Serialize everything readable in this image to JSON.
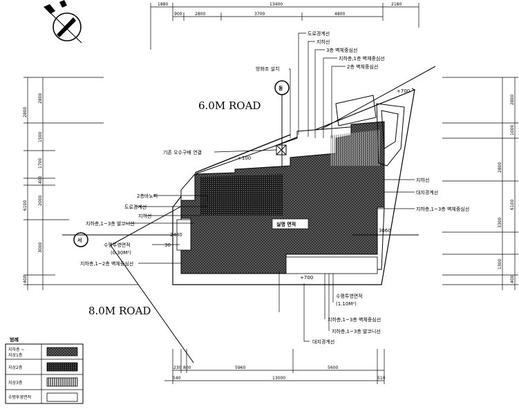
{
  "roads": {
    "north": "6.0M ROAD",
    "south": "8.0M ROAD"
  },
  "top_dims": {
    "total_left": "1880",
    "total": "13400",
    "total_right": "2180",
    "seg1": "900",
    "seg2": "2800",
    "seg3": "3700",
    "seg4": "4800"
  },
  "bottom_dims": {
    "a": "230",
    "b": "800",
    "c": "5960",
    "d": "5600",
    "left_small": "540",
    "total": "13000",
    "right_small": "510"
  },
  "left_dims": [
    "2800",
    "2800",
    "1500",
    "1700",
    "400",
    "2000",
    "6100",
    "3000",
    "400"
  ],
  "right_dims": [
    "2800",
    "1000",
    "2800",
    "6100",
    "3300",
    "1300",
    "400"
  ],
  "labels": {
    "survey_point": "방화조 설치",
    "legal_boundary_top": "도로경계선",
    "basement_line": "지하선",
    "floor3_wall": "3층 벽체중심선",
    "b1_floor1_wall": "지하층,1층 벽체중심선",
    "floor2_wall": "2층 벽체중심선",
    "water_supply": "기존 오수구배 연결",
    "elev_100": "+100",
    "elev_700_top": "+700",
    "floor2_balcony": "2층바노피",
    "road_boundary_left": "도로경계선",
    "basement_left": "지하선",
    "b1_3f_wall_left": "지하층,1~3층 발코니선",
    "open_area_left": "수평투영면적",
    "open_area_left_val": "(0.30M²)",
    "b1_2f_wall_left": "지하층,1~2층 벽체중심선",
    "b_elev_30": "30",
    "dim_2480": "2480",
    "building": "실명 면적",
    "basement_right": "지하선",
    "site_boundary_right": "대지경계선",
    "b1_3f_wall_right": "지하층,1~3층 벽체중심선",
    "dim_3060": "3060",
    "elev_700_bottom": "+700",
    "open_area_bottom": "수평투영면적",
    "open_area_bottom_val": "(1.10M²)",
    "b1_3f_wall_bottom": "지하층,1~3층 벽체중심선",
    "b1_3f_balcony_bottom": "지하층,1~3층 발코니선",
    "site_boundary_bottom": "대지경계선",
    "north_marker": "동",
    "west_marker": "서"
  },
  "legend": {
    "title": "범례",
    "items": [
      {
        "label": "지하층 ~\n지상1층",
        "pattern": "crosshatch"
      },
      {
        "label": "지상2층",
        "pattern": "dense"
      },
      {
        "label": "지상3층",
        "pattern": "vertical"
      },
      {
        "label": "수평투영면적",
        "pattern": "blank"
      }
    ]
  }
}
